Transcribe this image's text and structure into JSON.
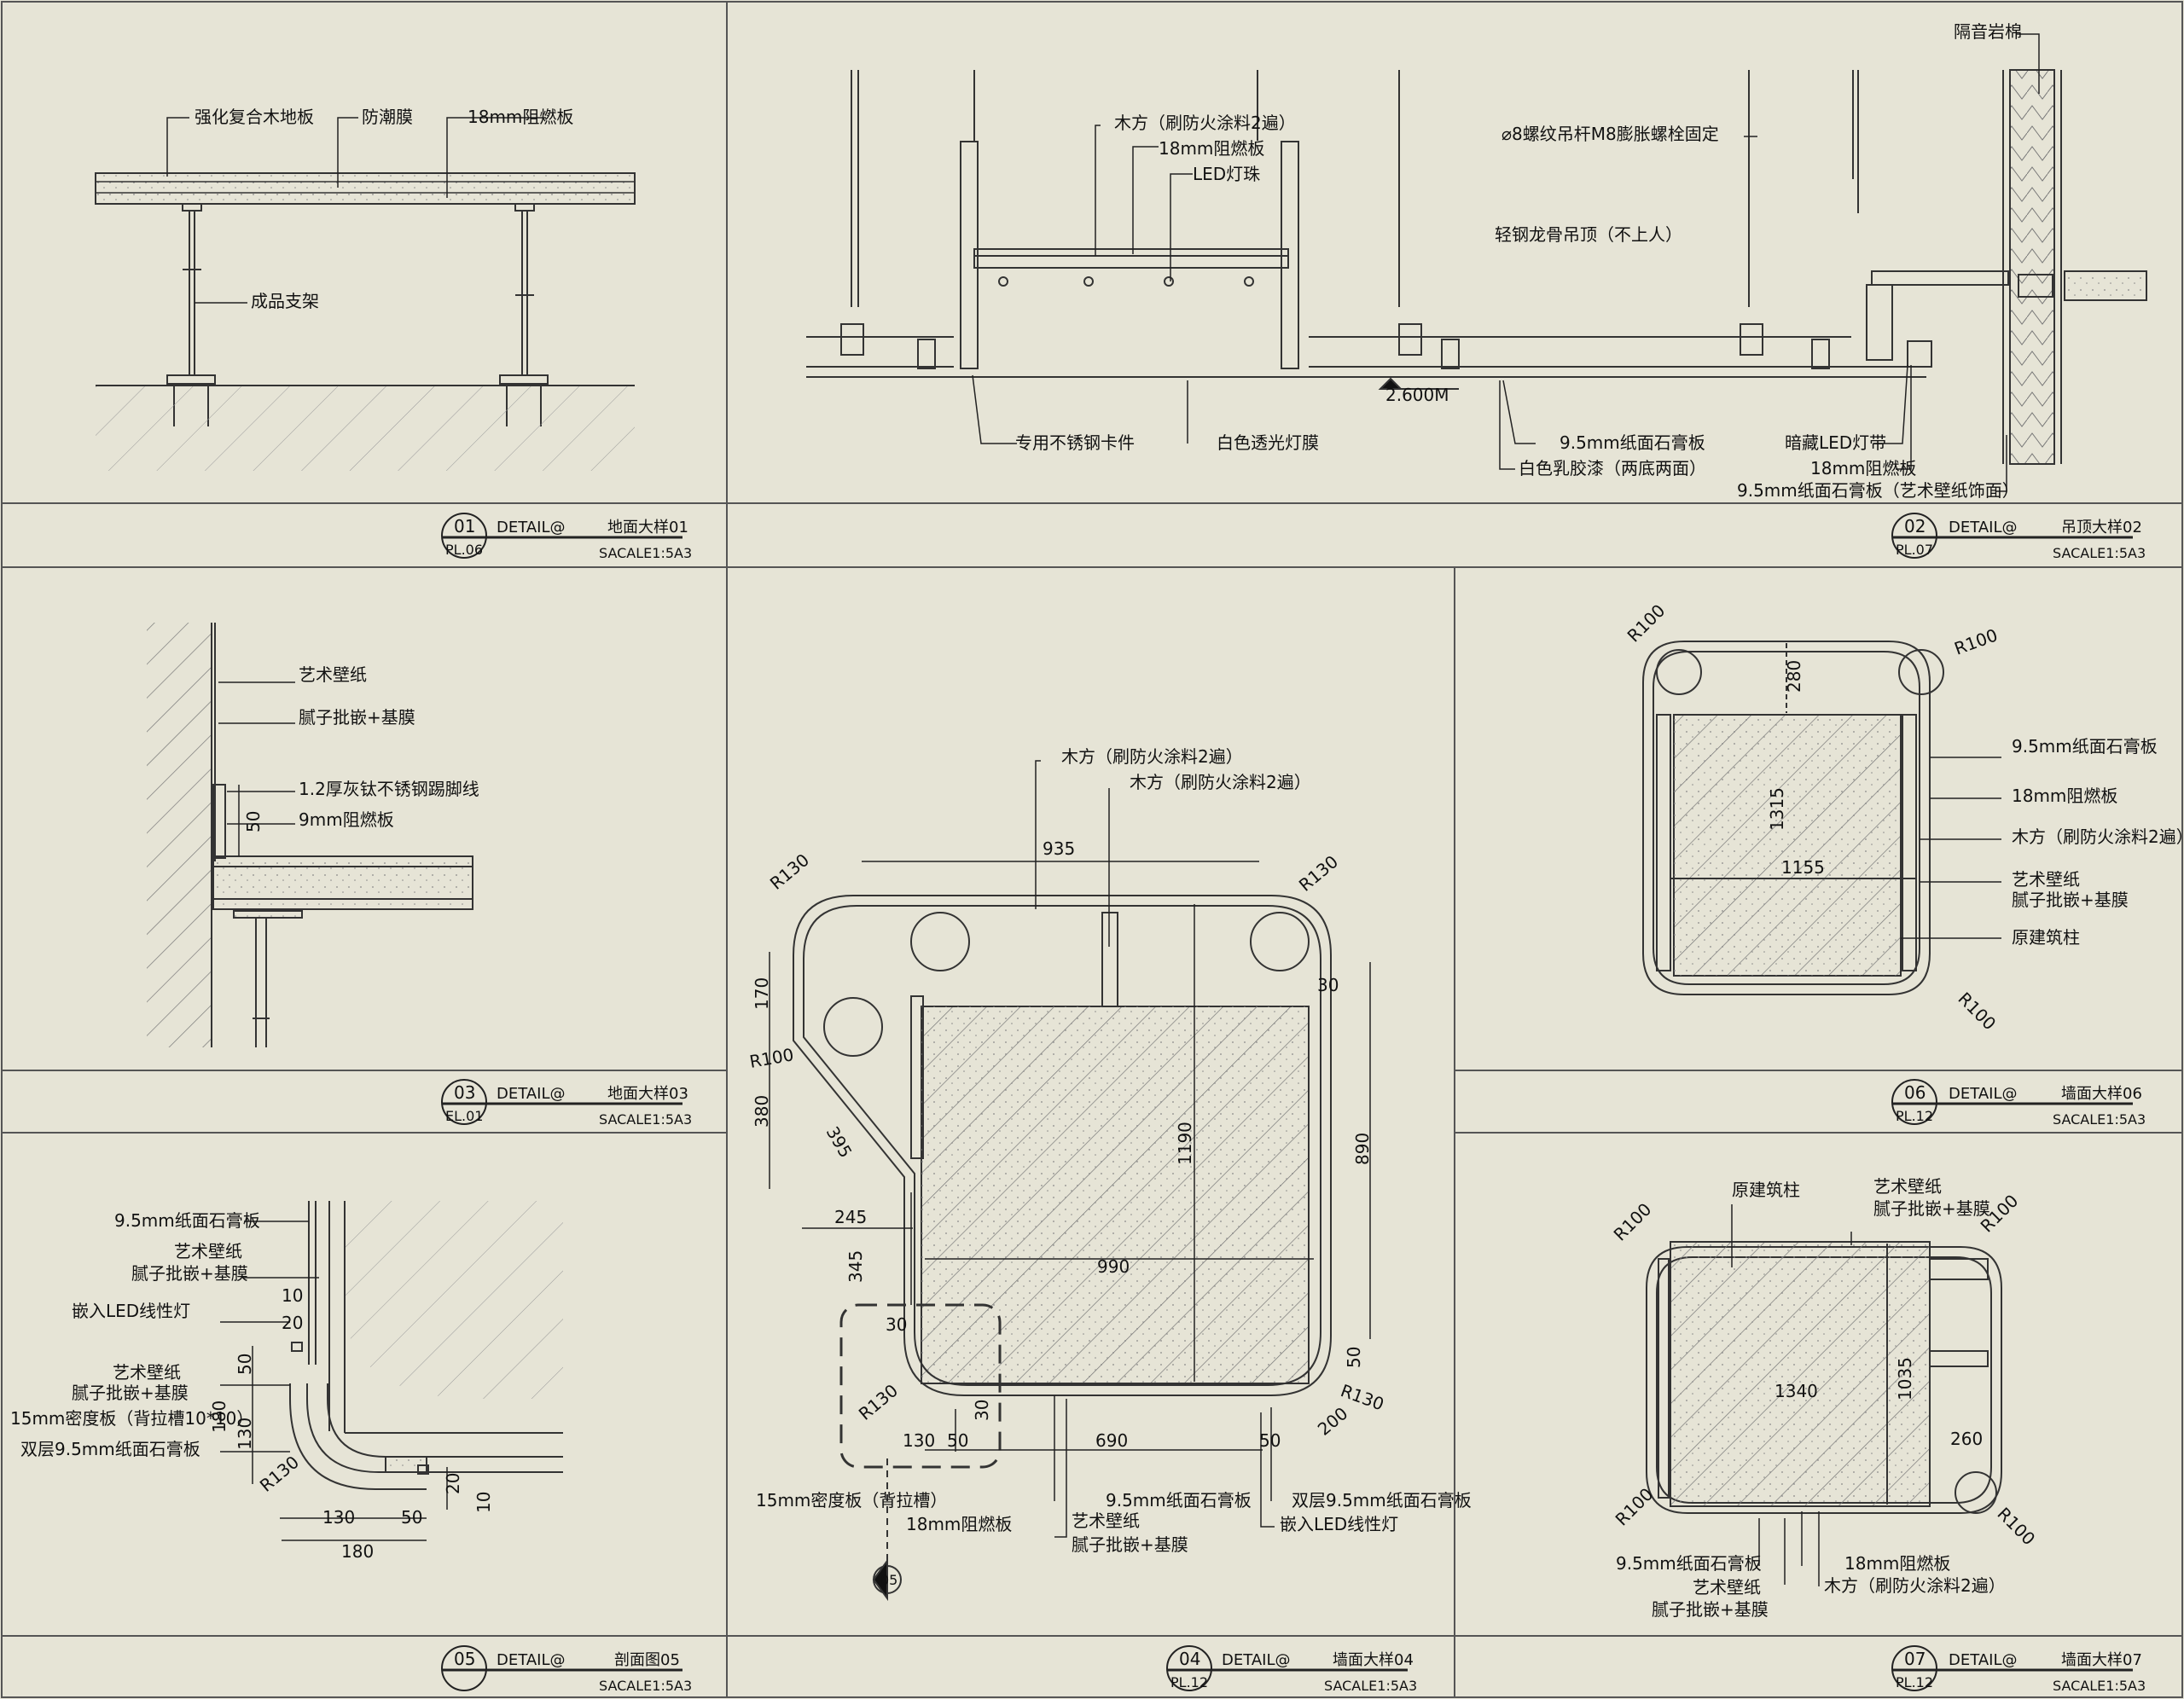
{
  "panels": [
    {
      "id": "d01",
      "labels": [
        "强化复合木地板",
        "防潮膜",
        "18mm阻燃板",
        "成品支架"
      ],
      "title": {
        "num": "01",
        "sheet": "PL.06",
        "tag": "DETAIL@",
        "name": "地面大样01",
        "scale": "SACALE1:5A3"
      }
    },
    {
      "id": "d02",
      "labels": [
        "木方（刷防火涂料2遍）",
        "18mm阻燃板",
        "LED灯珠",
        "⌀8螺纹吊杆M8膨胀螺栓固定",
        "轻钢龙骨吊顶（不上人）",
        "隔音岩棉",
        "专用不锈钢卡件",
        "白色透光灯膜",
        "9.5mm纸面石膏板",
        "白色乳胶漆（两底两面）",
        "暗藏LED灯带",
        "18mm阻燃板",
        "9.5mm纸面石膏板（艺术壁纸饰面）"
      ],
      "level": "2.600M",
      "title": {
        "num": "02",
        "sheet": "PL.07",
        "tag": "DETAIL@",
        "name": "吊顶大样02",
        "scale": "SACALE1:5A3"
      }
    },
    {
      "id": "d03",
      "labels": [
        "艺术壁纸",
        "腻子批嵌+基膜",
        "1.2厚灰钛不锈钢踢脚线",
        "9mm阻燃板"
      ],
      "dims": [
        "50"
      ],
      "title": {
        "num": "03",
        "sheet": "EL.01",
        "tag": "DETAIL@",
        "name": "地面大样03",
        "scale": "SACALE1:5A3"
      }
    },
    {
      "id": "d04",
      "labels": [
        "木方（刷防火涂料2遍）",
        "木方（刷防火涂料2遍）",
        "15mm密度板（背拉槽）",
        "18mm阻燃板",
        "9.5mm纸面石膏板",
        "艺术壁纸",
        "腻子批嵌+基膜",
        "双层9.5mm纸面石膏板",
        "嵌入LED线性灯"
      ],
      "dims": [
        "935",
        "R130",
        "R130",
        "170",
        "R100",
        "30",
        "380",
        "395",
        "245",
        "345",
        "1190",
        "890",
        "990",
        "30",
        "50",
        "R130",
        "R130",
        "200",
        "130",
        "50",
        "30",
        "690",
        "50"
      ],
      "section_mark": "05",
      "title": {
        "num": "04",
        "sheet": "PL.12",
        "tag": "DETAIL@",
        "name": "墙面大样04",
        "scale": "SACALE1:5A3"
      }
    },
    {
      "id": "d05",
      "labels": [
        "9.5mm纸面石膏板",
        "艺术壁纸",
        "腻子批嵌+基膜",
        "嵌入LED线性灯",
        "艺术壁纸",
        "腻子批嵌+基膜",
        "15mm密度板（背拉槽10*10）",
        "双层9.5mm纸面石膏板"
      ],
      "dims": [
        "10",
        "20",
        "50",
        "180",
        "130",
        "R130",
        "130",
        "50",
        "180",
        "20",
        "10"
      ],
      "title": {
        "num": "05",
        "sheet": "",
        "tag": "DETAIL@",
        "name": "剖面图05",
        "scale": "SACALE1:5A3"
      }
    },
    {
      "id": "d06",
      "labels": [
        "9.5mm纸面石膏板",
        "18mm阻燃板",
        "木方（刷防火涂料2遍）",
        "艺术壁纸",
        "腻子批嵌+基膜",
        "原建筑柱"
      ],
      "dims": [
        "R100",
        "R100",
        "280",
        "1315",
        "1155",
        "R100"
      ],
      "title": {
        "num": "06",
        "sheet": "PL.12",
        "tag": "DETAIL@",
        "name": "墙面大样06",
        "scale": "SACALE1:5A3"
      }
    },
    {
      "id": "d07",
      "labels": [
        "原建筑柱",
        "艺术壁纸",
        "腻子批嵌+基膜",
        "9.5mm纸面石膏板",
        "艺术壁纸",
        "腻子批嵌+基膜",
        "18mm阻燃板",
        "木方（刷防火涂料2遍）"
      ],
      "dims": [
        "R100",
        "R100",
        "1035",
        "1340",
        "260",
        "R100",
        "R100"
      ],
      "title": {
        "num": "07",
        "sheet": "PL.12",
        "tag": "DETAIL@",
        "name": "墙面大样07",
        "scale": "SACALE1:5A3"
      }
    }
  ]
}
